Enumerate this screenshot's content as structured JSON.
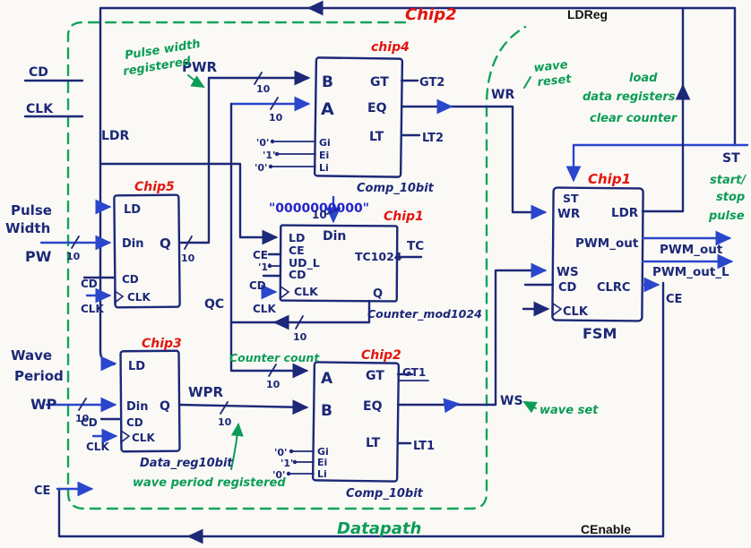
{
  "colors": {
    "ink_navy": "#1c2878",
    "ink_blue": "#2a46cc",
    "ink_red": "#e3150f",
    "ink_green": "#0c9c57",
    "const_blue": "#2222cc",
    "typed_black": "#111111"
  },
  "typed": {
    "ldreg": "LDReg",
    "cenable": "CEnable"
  },
  "chip_tags": {
    "outer": "Chip2",
    "comp_top": "chip4",
    "reg_top": "Chip5",
    "counter": "Chip1",
    "reg_bottom": "Chip3",
    "comp_bottom": "Chip2",
    "fsm": "Chip1"
  },
  "captions": {
    "comp_top": "Comp_10bit",
    "counter": "Counter_mod1024",
    "reg_bottom": "Data_reg10bit",
    "comp_bottom": "Comp_10bit",
    "fsm": "FSM",
    "datapath": "Datapath"
  },
  "pins": {
    "comp_top": {
      "b": "B",
      "a": "A",
      "gt": "GT",
      "eq": "EQ",
      "lt": "LT",
      "gi": "Gi",
      "ei": "Ei",
      "li": "Li"
    },
    "comp_bottom": {
      "a": "A",
      "b": "B",
      "gt": "GT",
      "eq": "EQ",
      "lt": "LT",
      "gi": "Gi",
      "ei": "Ei",
      "li": "Li"
    },
    "reg_top": {
      "ld": "LD",
      "din": "Din",
      "cd": "CD",
      "clk": "CLK",
      "q": "Q"
    },
    "reg_bottom": {
      "ld": "LD",
      "din": "Din",
      "cd": "CD",
      "clk": "CLK",
      "q": "Q"
    },
    "counter": {
      "ld": "LD",
      "ce": "CE",
      "udl": "UD_L",
      "cd": "CD",
      "clk": "CLK",
      "din": "Din",
      "tc": "TC1024",
      "q": "Q"
    },
    "fsm": {
      "st": "ST",
      "wr": "WR",
      "ws": "WS",
      "cd": "CD",
      "clk": "CLK",
      "ldr": "LDR",
      "pwm": "PWM_out",
      "clrc": "CLRC"
    }
  },
  "signals": {
    "cd_top": "CD",
    "clk_top": "CLK",
    "ldr": "LDR",
    "pwr": "PWR",
    "pulse": "Pulse",
    "width": "Width",
    "pw": "PW",
    "cd_reg_top": "CD",
    "clk_reg_top": "CLK",
    "qc": "QC",
    "wr": "WR",
    "gt2": "GT2",
    "lt2": "LT2",
    "ce_counter": "CE",
    "one_counter": "'1'",
    "cd_counter": "CD",
    "clk_counter": "CLK",
    "tc": "TC",
    "wave": "Wave",
    "period": "Period",
    "wp": "WP",
    "cd_reg_bot": "CD",
    "clk_reg_bot": "CLK",
    "wpr": "WPR",
    "gt1": "GT1",
    "lt1": "LT1",
    "ws": "WS",
    "st": "ST",
    "pwm_out": "PWM_out",
    "pwm_out_l": "PWM_out_L",
    "ce_right": "CE",
    "ce_left": "CE",
    "const_zero": "'0'",
    "const_one": "'1'",
    "din_const": "\"0000000000\"",
    "bus10": "10"
  },
  "annotations": {
    "pulse_width_reg_1": "Pulse width",
    "pulse_width_reg_2": "registered",
    "wave_reset_1": "wave",
    "wave_reset_2": "reset",
    "load_1": "load",
    "load_2": "data registers",
    "load_3": "clear counter",
    "start_1": "start/",
    "start_2": "stop",
    "start_3": "pulse",
    "wave_set": "wave set",
    "counter_count": "Counter count",
    "wave_period_reg": "wave period registered"
  }
}
